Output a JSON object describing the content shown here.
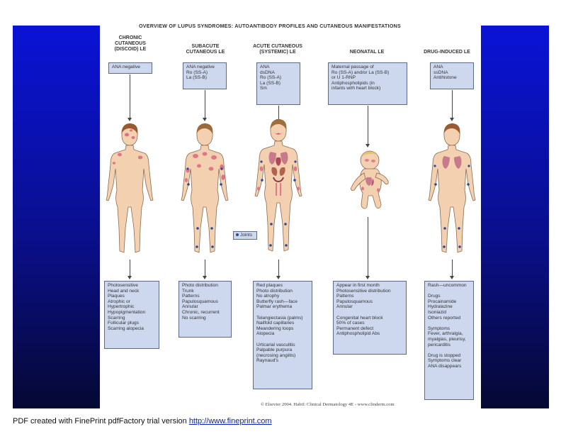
{
  "title": "OVERVIEW OF LUPUS SYNDROMES: AUTOANTIBODY PROFILES AND CUTANEOUS MANIFESTATIONS",
  "columns": [
    {
      "heading": "CHRONIC\nCUTANEOUS\n(DISCOID) LE",
      "antibodies": "ANA negative",
      "manifestations": "Photosensitive\nHead and neck\nPlaques\n  Atrophic or\n  Hypertrophic\n  Hypopigmentation\nScarring\nFollicular plugs\nScarring alopecia"
    },
    {
      "heading": "SUBACUTE\nCUTANEOUS LE",
      "antibodies": "ANA negative\nRo (SS-A)\nLa (SS-B)",
      "manifestations": "Photo distribution\n  Trunk\nPatterns\n  Papulosquamous\n  Annular\nChronic, recurrent\nNo scarring"
    },
    {
      "heading": "ACUTE CUTANEOUS\n(SYSTEMIC) LE",
      "antibodies": "ANA\ndsDNA\nRo (SS-A)\nLa (SS-B)\nSm",
      "manifestations": "Red plaques\n  Photo distribution\n  No atrophy\n  Butterfly rash—face\nPalmar erythema\n\nTelangiectasia (palms)\nNailfold capillaries\n  Meandering loops\nAlopecia\n\nUrticarial vasculitis\nPalpable purpura\n  (necrosing angiitis)\nRaynaud's"
    },
    {
      "heading": "NEONATAL LE",
      "antibodies": "Maternal passage of\nRo (SS-A) and/or La (SS-B)\nor U 1-RNP\nAntiphospholipids (in\ninfants with heart block)",
      "manifestations": "Appear in first month\nPhotosensitive distribution\nPatterns\n  Papulosquamous\n  Annular\n\nCongenital heart block\n  50% of cases\n  Permanent defect\n  Antiphospholipid Abs"
    },
    {
      "heading": "DRUG-INDUCED LE",
      "antibodies": "ANA\nssDNA\nAntihistone",
      "manifestations": "Rash—uncommon\n\nDrugs\n  Procainamide\n  Hydralazine\n  Isoniazid\n  Others reported\n\nSymptoms\n  Fever, arthralgia,\n  myalgias, pleurisy,\n  pericarditis\n\nDrug is stopped\n  Symptoms clear\n  ANA disappears"
    }
  ],
  "legend": {
    "label": "Joints"
  },
  "credit": "© Elsevier 2004. Habif: Clinical Dermatology 4E - www.clinderm.com",
  "footer": {
    "text": "PDF created with FinePrint pdfFactory trial version ",
    "link": "http://www.fineprint.com"
  },
  "colors": {
    "side_band": "#0a13d6",
    "box_fill": "#cdd8ee",
    "skin": "#f3d0b0",
    "rash": "#d9607c",
    "joint": "#2a4a9a"
  }
}
